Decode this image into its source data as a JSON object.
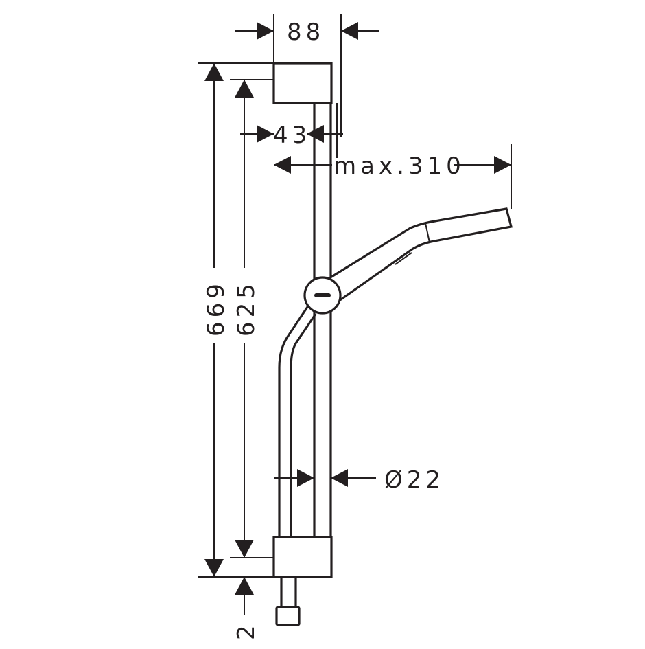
{
  "dimensions": {
    "holder_width": "88",
    "rail_offset": "43",
    "max_reach": "max.310",
    "height_total": "669",
    "height_mount": "625",
    "bottom_offset": "2",
    "rail_diameter": "Ø22"
  },
  "colors": {
    "line": "#231f20",
    "background": "#ffffff"
  }
}
